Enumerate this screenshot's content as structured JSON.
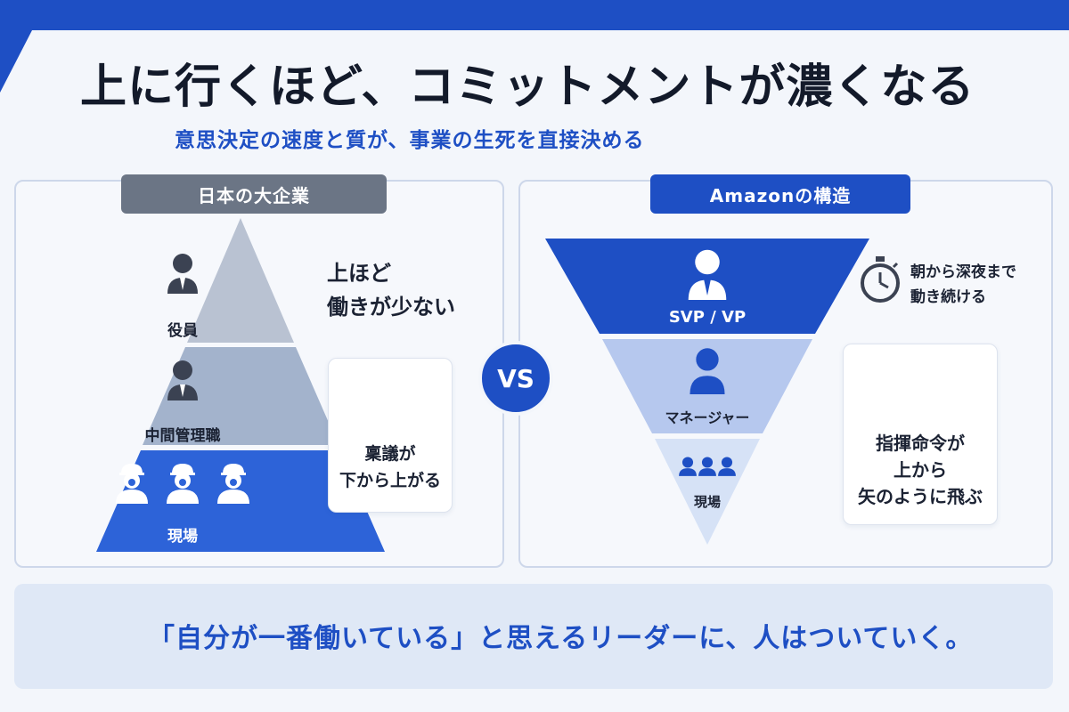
{
  "title": "上に行くほど、コミットメントが濃くなる",
  "subtitle": "意思決定の速度と質が、事業の生死を直接決める",
  "left": {
    "tag": "日本の大企業",
    "levels": [
      "役員",
      "中間管理職",
      "現場"
    ],
    "note_lines": [
      "上ほど",
      "働きが少ない"
    ],
    "card_lines": [
      "稟議が",
      "下から上がる"
    ]
  },
  "vs": "VS",
  "right": {
    "tag": "Amazonの構造",
    "levels": [
      "SVP / VP",
      "マネージャー",
      "現場"
    ],
    "note_lines": [
      "朝から深夜まで",
      "動き続ける"
    ],
    "card_lines": [
      "指揮命令が",
      "上から",
      "矢のように飛ぶ"
    ]
  },
  "quote": "「自分が一番働いている」と思えるリーダーに、人はついていく。",
  "colors": {
    "accent": "#1e4fc4",
    "gray_tag": "#6b7585",
    "pyramid_top": "#b9c2d2",
    "pyramid_mid": "#a3b3cc",
    "pyramid_base": "#2d63d8",
    "inv_top": "#1e4fc4",
    "inv_mid": "#b6c8ee",
    "inv_bottom": "#d6e2f6"
  },
  "icons": [
    "person-tie-icon",
    "worker-cap-icon",
    "stopwatch-icon",
    "arrow-up-icon",
    "arrow-down-icon",
    "leader-star-icon"
  ]
}
